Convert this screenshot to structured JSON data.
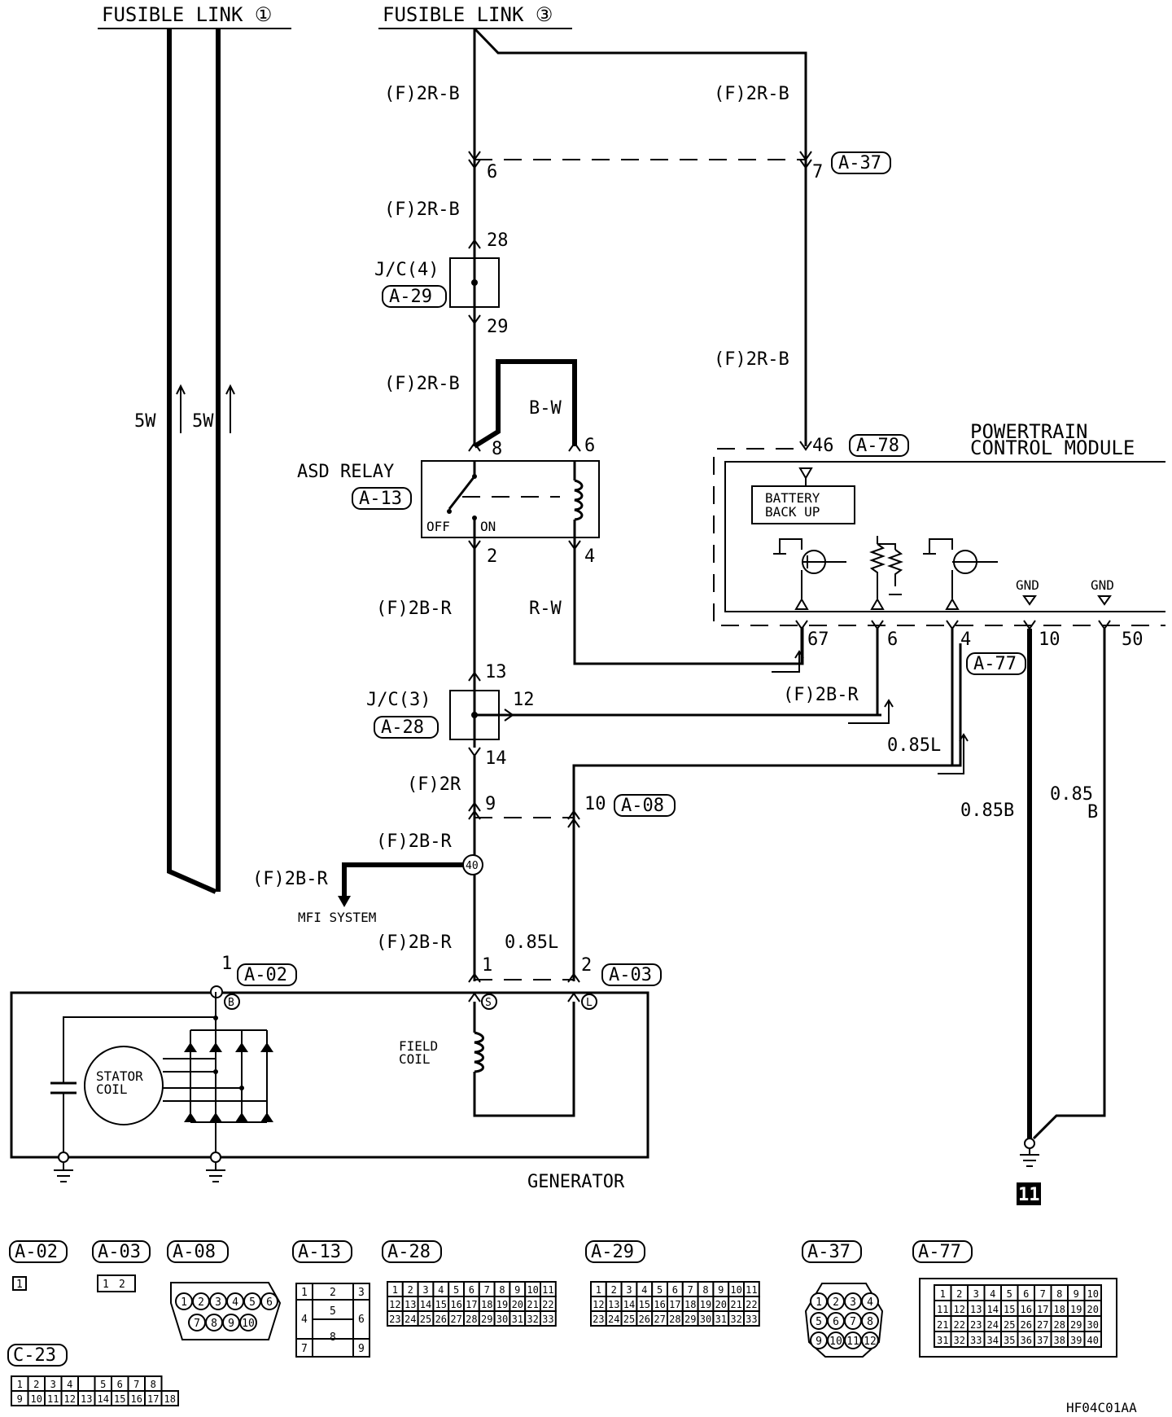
{
  "fusible_links": {
    "link1": "FUSIBLE LINK ①",
    "link3": "FUSIBLE LINK ③"
  },
  "wires": {
    "f2rb": "(F)2R-B",
    "f2br": "(F)2B-R",
    "f2r": "(F)2R",
    "bw": "B-W",
    "rw": "R-W",
    "w5": "5W",
    "l085": "0.85L",
    "b085": "0.85B",
    "b085_top": "0.85",
    "b085_bottom": "B"
  },
  "pins": {
    "p6": "6",
    "p7": "7",
    "p28": "28",
    "p29": "29",
    "p8": "8",
    "p6b": "6",
    "p2": "2",
    "p4": "4",
    "p13": "13",
    "p12": "12",
    "p14": "14",
    "p9": "9",
    "p10": "10",
    "p1": "1",
    "p2g": "2",
    "p1g": "1",
    "p46": "46",
    "p67": "67",
    "p6m": "6",
    "p4m": "4",
    "p10m": "10",
    "p50": "50",
    "p40": "40"
  },
  "connectors": {
    "a37": "A-37",
    "a29": "A-29",
    "a13": "A-13",
    "a28": "A-28",
    "a08": "A-08",
    "a02": "A-02",
    "a03": "A-03",
    "a78": "A-78",
    "a77": "A-77",
    "c23": "C-23"
  },
  "components": {
    "jc4": "J/C(4)",
    "jc3": "J/C(3)",
    "asd_relay": "ASD RELAY",
    "off": "OFF",
    "on": "ON",
    "pcm_line1": "POWERTRAIN",
    "pcm_line2": "CONTROL MODULE",
    "battery_backup_line1": "BATTERY",
    "battery_backup_line2": "BACK UP",
    "gnd1": "GND",
    "gnd2": "GND",
    "mfi": "MFI SYSTEM",
    "field_coil_line1": "FIELD",
    "field_coil_line2": "COIL",
    "stator_line1": "STATOR",
    "stator_line2": "COIL",
    "generator": "GENERATOR",
    "term_b": "B",
    "term_s": "S",
    "term_l": "L",
    "ground_ref": "11"
  },
  "connector_views": {
    "a02": "A-02",
    "a03": "A-03",
    "a08": "A-08",
    "a13": "A-13",
    "a28": "A-28",
    "a29": "A-29",
    "a37": "A-37",
    "a77": "A-77",
    "c23": "C-23",
    "a02_pins": [
      "1"
    ],
    "a03_pins": [
      "1",
      "2"
    ],
    "a08_row1": [
      "1",
      "2",
      "3",
      "4",
      "5",
      "6"
    ],
    "a08_row2": [
      "7",
      "8",
      "9",
      "10"
    ],
    "a13_pins": [
      "1",
      "2",
      "3",
      "4",
      "5",
      "6",
      "7",
      "8",
      "9"
    ],
    "a28_row1": [
      "1",
      "2",
      "3",
      "4",
      "5",
      "6",
      "7",
      "8",
      "9",
      "10",
      "11"
    ],
    "a28_row2": [
      "12",
      "13",
      "14",
      "15",
      "16",
      "17",
      "18",
      "19",
      "20",
      "21",
      "22"
    ],
    "a28_row3": [
      "23",
      "24",
      "25",
      "26",
      "27",
      "28",
      "29",
      "30",
      "31",
      "32",
      "33"
    ],
    "a29_row1": [
      "1",
      "2",
      "3",
      "4",
      "5",
      "6",
      "7",
      "8",
      "9",
      "10",
      "11"
    ],
    "a29_row2": [
      "12",
      "13",
      "14",
      "15",
      "16",
      "17",
      "18",
      "19",
      "20",
      "21",
      "22"
    ],
    "a29_row3": [
      "23",
      "24",
      "25",
      "26",
      "27",
      "28",
      "29",
      "30",
      "31",
      "32",
      "33"
    ],
    "a37_row1": [
      "1",
      "2",
      "3",
      "4"
    ],
    "a37_row2": [
      "5",
      "6",
      "7",
      "8"
    ],
    "a37_row3": [
      "9",
      "10",
      "11",
      "12"
    ],
    "a77_row1": [
      "1",
      "2",
      "3",
      "4",
      "5",
      "6",
      "7",
      "8",
      "9",
      "10"
    ],
    "a77_row2": [
      "11",
      "12",
      "13",
      "14",
      "15",
      "16",
      "17",
      "18",
      "19",
      "20"
    ],
    "a77_row3": [
      "21",
      "22",
      "23",
      "24",
      "25",
      "26",
      "27",
      "28",
      "29",
      "30"
    ],
    "a77_row4": [
      "31",
      "32",
      "33",
      "34",
      "35",
      "36",
      "37",
      "38",
      "39",
      "40"
    ],
    "c23_row1": [
      "1",
      "2",
      "3",
      "4",
      "",
      "5",
      "6",
      "7",
      "8"
    ],
    "c23_row2": [
      "9",
      "10",
      "11",
      "12",
      "13",
      "14",
      "15",
      "16",
      "17",
      "18"
    ]
  },
  "figure_code": "HF04C01AA"
}
